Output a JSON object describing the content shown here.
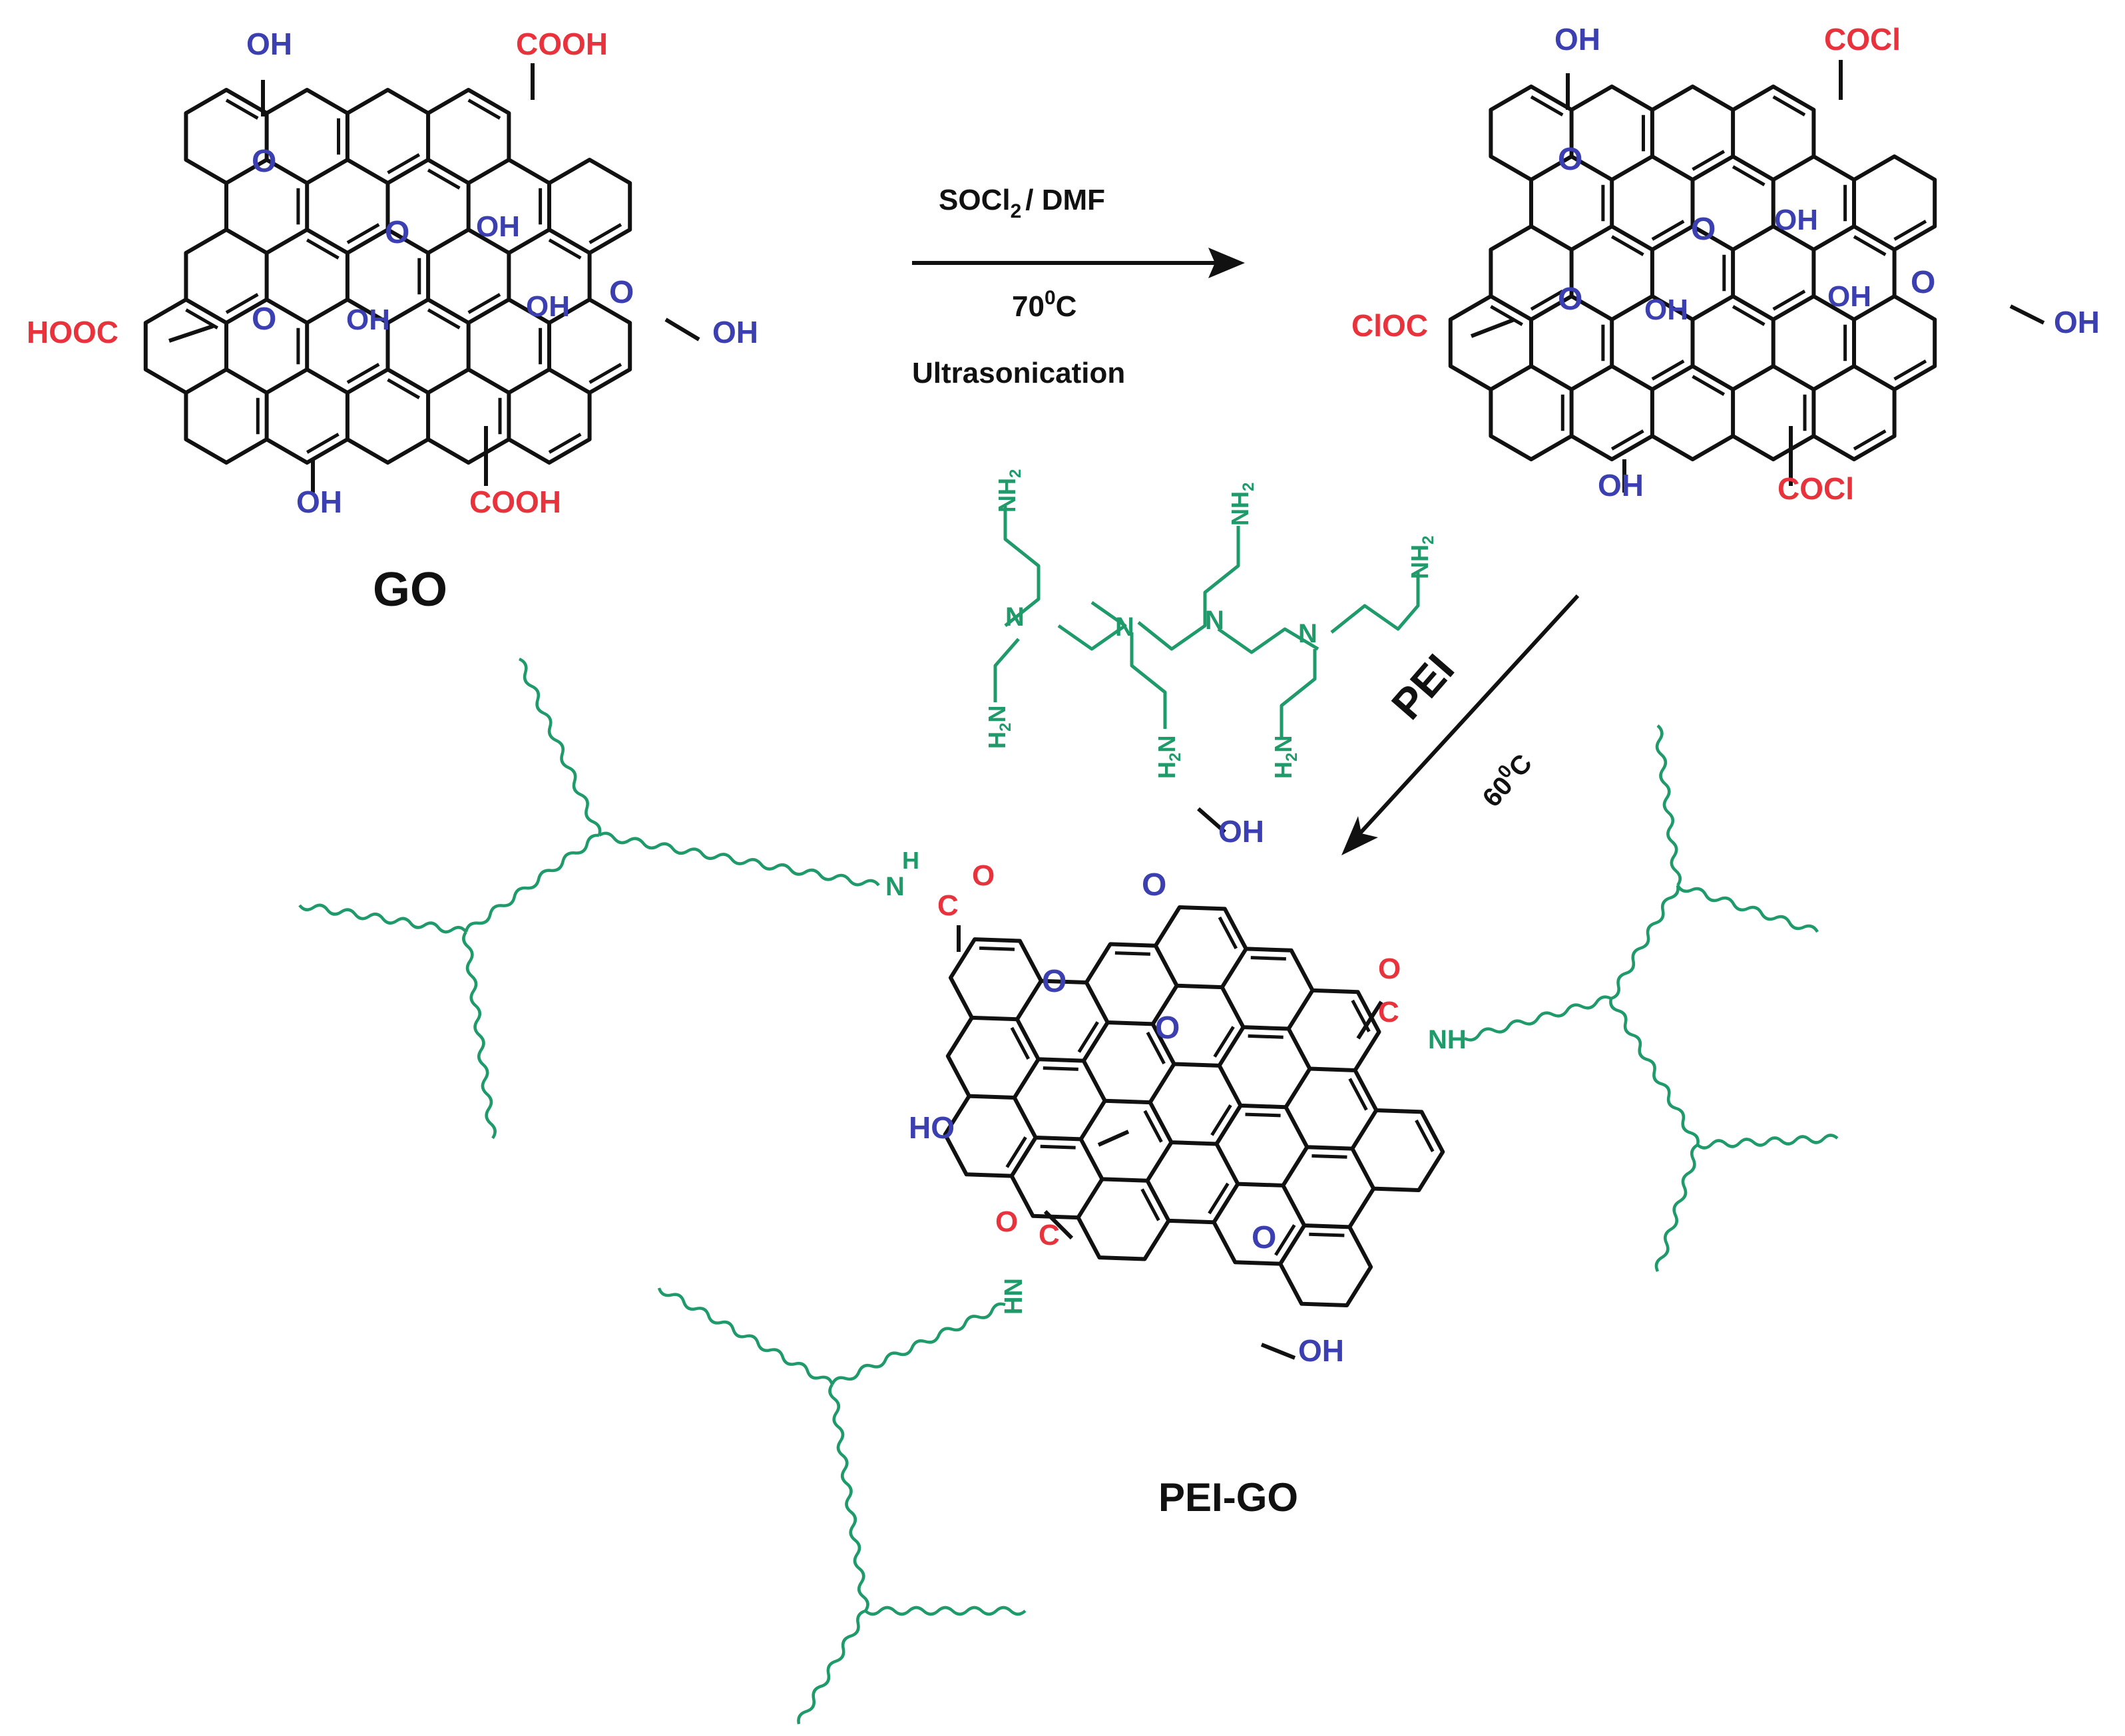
{
  "scheme": {
    "go": {
      "name": "GO",
      "oh": "OH",
      "cooh": "COOH",
      "hooc": "HOOC",
      "epoxy_o": "O"
    },
    "reaction1": {
      "reagent": "SOCl",
      "reagent_sub": "2",
      "reagent_tail": "/ DMF",
      "temp": "70",
      "temp_sup": "0",
      "temp_unit": "C",
      "method": "Ultrasonication"
    },
    "acyl_chloride": {
      "cocl": "COCl",
      "cloc": "ClOC",
      "oh": "OH"
    },
    "pei": {
      "name": "PEI",
      "nh2": "NH",
      "h2n": "H",
      "two": "2",
      "n_after_h2": "N",
      "n": "N"
    },
    "reaction2": {
      "temp": "60",
      "temp_sup": "0",
      "temp_unit": "C"
    },
    "pei_go": {
      "name": "PEI-GO",
      "oh": "OH",
      "ho": "HO",
      "c": "C",
      "o": "O",
      "nh": "NH",
      "h": "H",
      "n": "N",
      "hn": "HN"
    },
    "colors": {
      "oxygen_groups": "#e8323c",
      "hydroxyl": "#3b3fb0",
      "polymer": "#1f9a6a",
      "bonds": "#111111"
    }
  }
}
